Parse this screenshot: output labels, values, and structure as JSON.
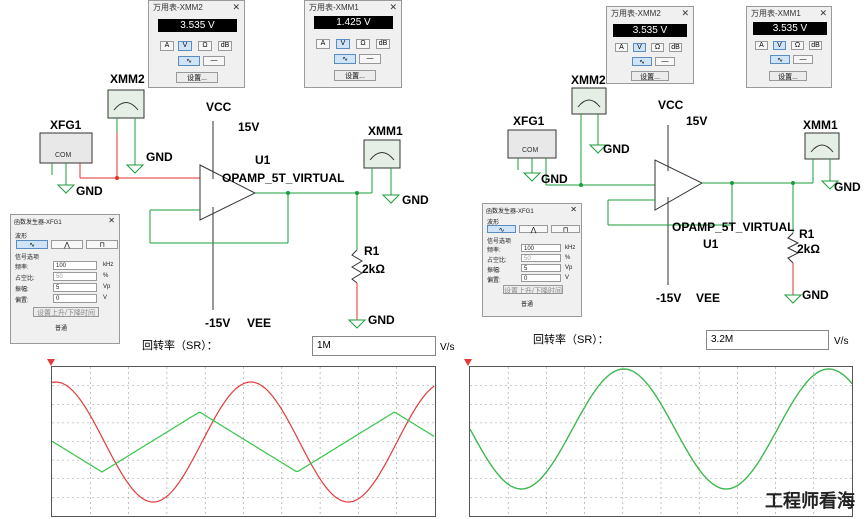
{
  "left": {
    "xmm2_window": {
      "title": "万用表-XMM2",
      "reading": "3.535 V",
      "buttons": [
        "A",
        "V",
        "Ω",
        "dB"
      ],
      "selected": "V",
      "settings_label": "设置..."
    },
    "xmm1_window": {
      "title": "万用表-XMM1",
      "reading": "1.425 V",
      "buttons": [
        "A",
        "V",
        "Ω",
        "dB"
      ],
      "selected": "V",
      "settings_label": "设置..."
    },
    "labels": {
      "vcc": "VCC",
      "vpos": "15V",
      "vneg": "-15V",
      "vee": "VEE",
      "u1": "U1",
      "opamp": "OPAMP_5T_VIRTUAL",
      "xmm1": "XMM1",
      "xmm2": "XMM2",
      "xfg1": "XFG1",
      "gnd": "GND",
      "r1": "R1",
      "r1_val": "2kΩ",
      "com": "COM"
    },
    "fg_window": {
      "title": "函数发生器-XFG1",
      "wave_label": "波形",
      "signal_label": "信号选项",
      "fields": [
        {
          "label": "频率:",
          "value": "100",
          "unit": "kHz"
        },
        {
          "label": "占空比:",
          "value": "50",
          "unit": "%"
        },
        {
          "label": "振幅:",
          "value": "5",
          "unit": "Vp"
        },
        {
          "label": "偏置:",
          "value": "0",
          "unit": "V"
        }
      ],
      "rise_fall": "设置上升/下降时间",
      "normal": "普通"
    },
    "sr": {
      "label": "回转率（SR）：",
      "value": "1M",
      "unit": "V/s"
    }
  },
  "right": {
    "xmm2_window": {
      "title": "万用表-XMM2",
      "reading": "3.535 V",
      "buttons": [
        "A",
        "V",
        "Ω",
        "dB"
      ],
      "selected": "V",
      "settings_label": "设置..."
    },
    "xmm1_window": {
      "title": "万用表-XMM1",
      "reading": "3.535 V",
      "buttons": [
        "A",
        "V",
        "Ω",
        "dB"
      ],
      "selected": "V",
      "settings_label": "设置..."
    },
    "labels": {
      "vcc": "VCC",
      "vpos": "15V",
      "vneg": "-15V",
      "vee": "VEE",
      "u1": "U1",
      "opamp": "OPAMP_5T_VIRTUAL",
      "xmm1": "XMM1",
      "xmm2": "XMM2",
      "xfg1": "XFG1",
      "gnd": "GND",
      "r1": "R1",
      "r1_val": "2kΩ",
      "com": "COM"
    },
    "fg_window": {
      "title": "函数发生器-XFG1",
      "wave_label": "波形",
      "signal_label": "信号选项",
      "fields": [
        {
          "label": "频率:",
          "value": "100",
          "unit": "kHz"
        },
        {
          "label": "占空比:",
          "value": "50",
          "unit": "%"
        },
        {
          "label": "振幅:",
          "value": "5",
          "unit": "Vp"
        },
        {
          "label": "偏置:",
          "value": "0",
          "unit": "V"
        }
      ],
      "rise_fall": "设置上升/下降时间",
      "normal": "普通"
    },
    "sr": {
      "label": "回转率（SR）：",
      "value": "3.2M",
      "unit": "V/s"
    }
  },
  "watermark": "工程师看海",
  "colors": {
    "wire": "#1a9e3a",
    "input_wire": "#e0302a",
    "grid": "#9a9a9a",
    "scope_input": "#e33b3b",
    "scope_output": "#36c44a"
  }
}
